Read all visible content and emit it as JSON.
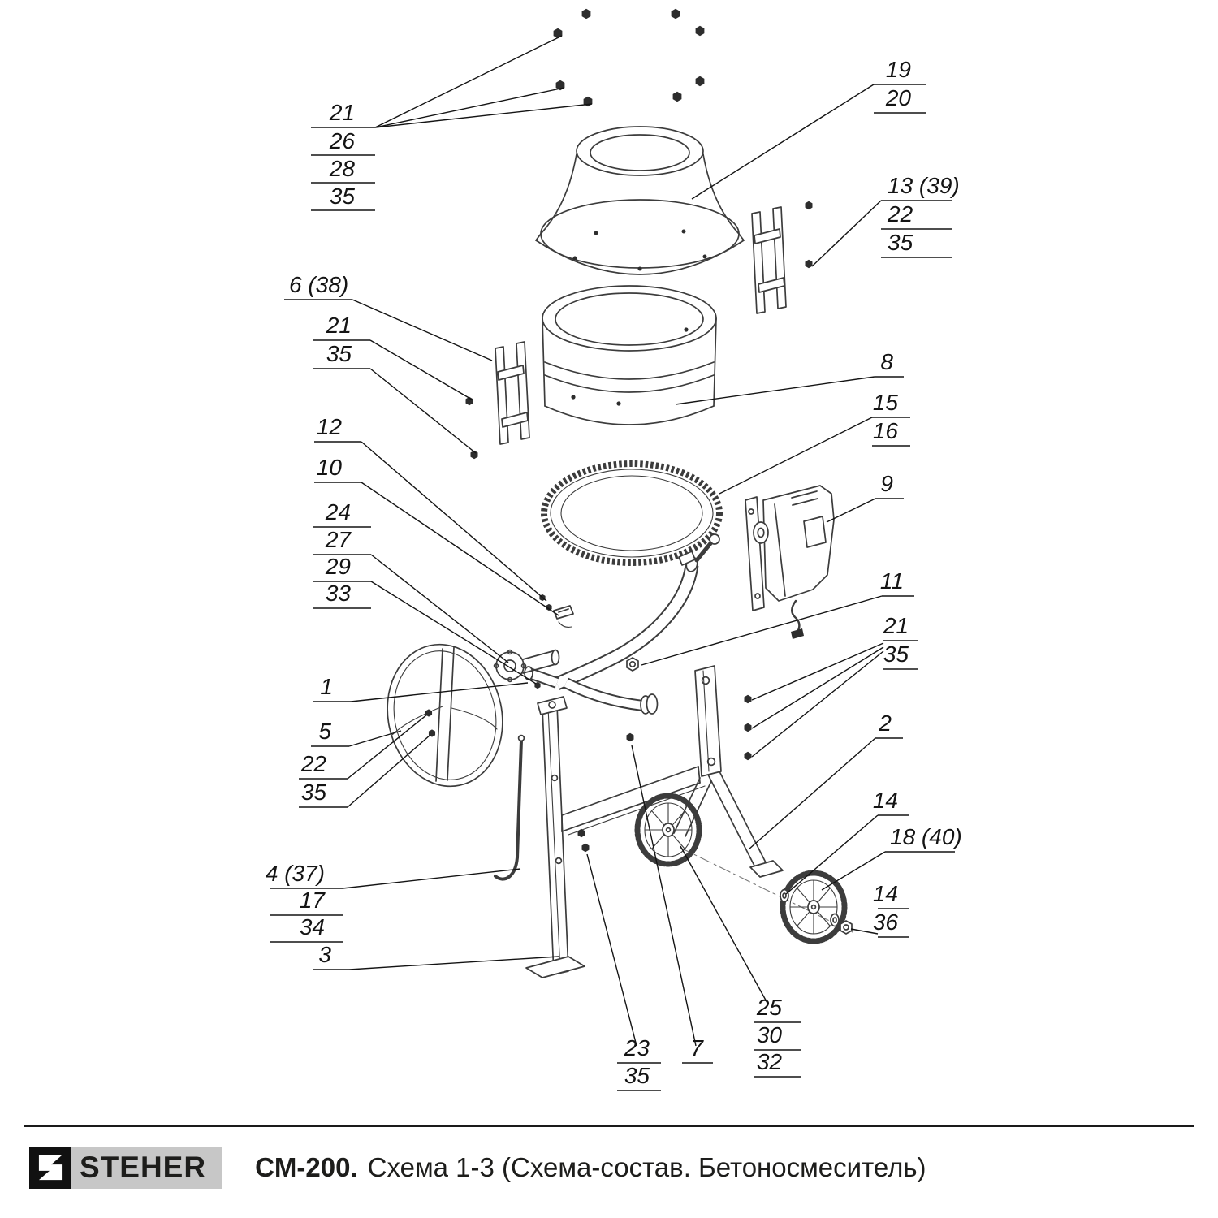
{
  "colors": {
    "line": "#3c3c3c",
    "label": "#141414",
    "logo_bg": "#c7c7c7",
    "logo_square": "#111111"
  },
  "footer": {
    "brand": "STEHER",
    "model": "CM-200.",
    "title": "Схема 1-3 (Схема-состав. Бетоносмеситель)"
  },
  "callouts": {
    "top_bolts": {
      "labels": [
        "21",
        "26",
        "28",
        "35"
      ]
    },
    "cone": {
      "labels": [
        "19",
        "20"
      ]
    },
    "bracket_right": {
      "labels": [
        "13 (39)",
        "22",
        "35"
      ]
    },
    "bracket_left": {
      "labels": [
        "6 (38)"
      ]
    },
    "bracket_left_bolts": {
      "labels": [
        "21",
        "35"
      ]
    },
    "drum": {
      "labels": [
        "8"
      ]
    },
    "gear_ring": {
      "labels": [
        "15",
        "16"
      ]
    },
    "motor": {
      "labels": [
        "9"
      ]
    },
    "clamp_upper": {
      "labels": [
        "12"
      ]
    },
    "clamp_lower": {
      "labels": [
        "10"
      ]
    },
    "flange_group": {
      "labels": [
        "24",
        "27",
        "29",
        "33"
      ]
    },
    "arm_nut": {
      "labels": [
        "11"
      ]
    },
    "frame_bolts_right": {
      "labels": [
        "21",
        "35"
      ]
    },
    "shaft": {
      "labels": [
        "1"
      ]
    },
    "rear_leg": {
      "labels": [
        "2"
      ]
    },
    "handwheel": {
      "labels": [
        "5"
      ]
    },
    "handwheel_bolts": {
      "labels": [
        "22",
        "35"
      ]
    },
    "washer_front": {
      "labels": [
        "14"
      ]
    },
    "wheel": {
      "labels": [
        "18 (40)"
      ]
    },
    "washer_nut": {
      "labels": [
        "14",
        "36"
      ]
    },
    "handle_rod": {
      "labels": [
        "4 (37)",
        "17",
        "34"
      ]
    },
    "front_leg": {
      "labels": [
        "3"
      ]
    },
    "axle_group": {
      "labels": [
        "25",
        "30",
        "32"
      ]
    },
    "frame_bolts_front": {
      "labels": [
        "23",
        "35"
      ]
    },
    "beam_bolt": {
      "labels": [
        "7"
      ]
    }
  }
}
